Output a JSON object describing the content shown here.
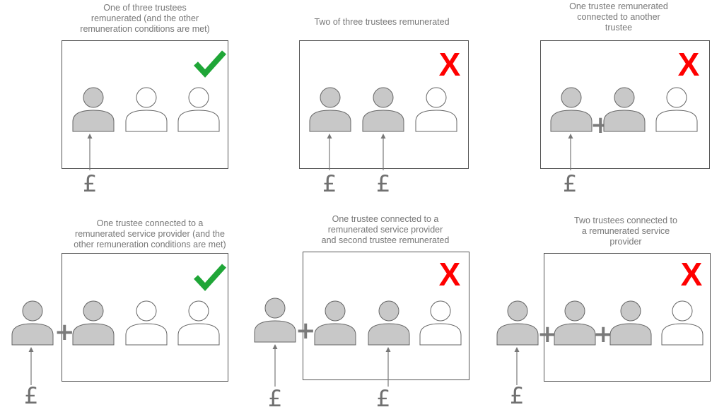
{
  "panels": [
    {
      "caption": [
        "One of three trustees",
        "remunerated (and the other",
        "remuneration conditions are met)"
      ],
      "verdict": "allowed",
      "mark_color": "#1fa637"
    },
    {
      "caption": [
        "Two of three trustees remunerated"
      ],
      "verdict": "not-allowed",
      "mark_color": "#ff0000"
    },
    {
      "caption": [
        "One trustee remunerated",
        "connected to another",
        "trustee"
      ],
      "verdict": "not-allowed",
      "mark_color": "#ff0000"
    },
    {
      "caption": [
        "One trustee connected to a",
        "remunerated service provider (and the",
        "other remuneration conditions are met)"
      ],
      "verdict": "allowed",
      "mark_color": "#1fa637"
    },
    {
      "caption": [
        "One trustee connected to a",
        "remunerated service provider",
        "and second trustee remunerated"
      ],
      "verdict": "not-allowed",
      "mark_color": "#ff0000"
    },
    {
      "caption": [
        "Two trustees connected to",
        "a remunerated service",
        "provider"
      ],
      "verdict": "not-allowed",
      "mark_color": "#ff0000"
    }
  ],
  "symbols": {
    "pound": "£",
    "plus": "+",
    "cross": "X"
  },
  "colors": {
    "remunerated_person": "#c8c8c8",
    "unremunerated_person": "#ffffff",
    "outline": "#666666"
  }
}
